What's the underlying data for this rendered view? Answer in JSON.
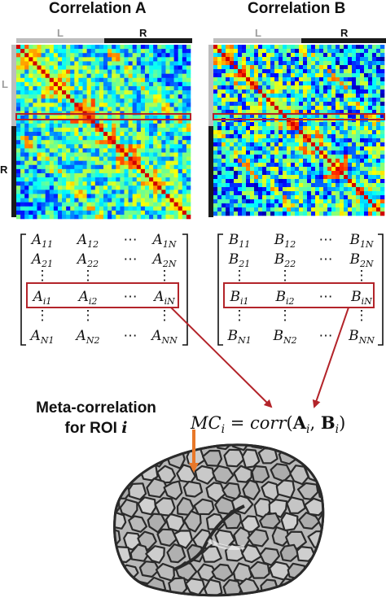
{
  "titles": {
    "a": "Correlation A",
    "b": "Correlation B"
  },
  "hemispheres": {
    "left": "L",
    "right": "R"
  },
  "colors": {
    "left_band": "#bdbdbd",
    "right_band": "#1a1a1a",
    "highlight": "#b3242a",
    "arrow_orange": "#e8782a",
    "brain_fill": "#b8b8b8",
    "brain_edge": "#2a2a2a"
  },
  "matrix_a": {
    "rows": [
      [
        "A11",
        "A12",
        "⋯",
        "A1N"
      ],
      [
        "A21",
        "A22",
        "⋯",
        "A2N"
      ],
      [
        "⋮",
        "⋮",
        "",
        "⋮"
      ],
      [
        "Ai1",
        "Ai2",
        "⋯",
        "AiN"
      ],
      [
        "⋮",
        "⋮",
        "",
        "⋮"
      ],
      [
        "AN1",
        "AN2",
        "⋯",
        "ANN"
      ]
    ]
  },
  "matrix_b": {
    "rows": [
      [
        "B11",
        "B12",
        "⋯",
        "B1N"
      ],
      [
        "B21",
        "B22",
        "⋯",
        "B2N"
      ],
      [
        "⋮",
        "⋮",
        "",
        "⋮"
      ],
      [
        "Bi1",
        "Bi2",
        "⋯",
        "BiN"
      ],
      [
        "⋮",
        "⋮",
        "",
        "⋮"
      ],
      [
        "BN1",
        "BN2",
        "⋯",
        "BNN"
      ]
    ]
  },
  "meta_label": {
    "line1": "Meta-correlation",
    "line2": "for ROI",
    "roi_symbol": "i"
  },
  "formula": "MCi = corr(Ai, Bi)"
}
